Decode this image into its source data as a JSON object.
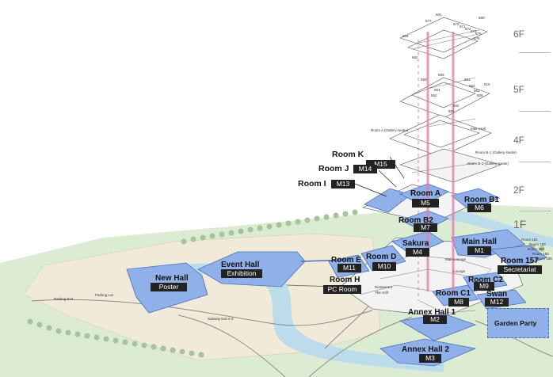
{
  "floors": {
    "f6": "6F",
    "f5": "5F",
    "f4": "4F",
    "f2": "2F",
    "f1": "1F"
  },
  "rooms": {
    "room_k": {
      "name": "Room K",
      "code": "M15"
    },
    "room_j": {
      "name": "Room J",
      "code": "M14"
    },
    "room_i": {
      "name": "Room I",
      "code": "M13"
    },
    "room_a": {
      "name": "Room A",
      "code": "M5"
    },
    "room_b1": {
      "name": "Room B1",
      "code": "M6"
    },
    "room_b2": {
      "name": "Room B2",
      "code": "M7"
    },
    "sakura": {
      "name": "Sakura",
      "code": "M4"
    },
    "main_hall": {
      "name": "Main Hall",
      "code": "M1"
    },
    "room_157": {
      "name": "Room 157",
      "code": "Secretariat"
    },
    "room_e": {
      "name": "Room E",
      "code": "M11"
    },
    "room_d": {
      "name": "Room D",
      "code": "M10"
    },
    "room_h": {
      "name": "Room H",
      "code": "PC Room"
    },
    "room_c2": {
      "name": "Room C2",
      "code": "M9"
    },
    "room_c1": {
      "name": "Room C1",
      "code": "M8"
    },
    "swan": {
      "name": "Swan",
      "code": "M12"
    },
    "annex_1": {
      "name": "Annex Hall 1",
      "code": "M2"
    },
    "annex_2": {
      "name": "Annex Hall 2",
      "code": "M3"
    },
    "event_hall": {
      "name": "Event Hall",
      "code": "Exhibition"
    },
    "new_hall": {
      "name": "New Hall",
      "code": "Poster"
    }
  },
  "garden_party": "Garden Party",
  "small_labels": {
    "parking_exit": "Parking Exit",
    "parking_lot": "Parking Lot",
    "subway_exit": "Subway Exit 4-2",
    "main_lounge": "Main Lounge",
    "lounge": "Lounge",
    "main_hall_4f": "Main Hall",
    "room_a_gallery": "Room A (Gallery-Seats)",
    "room_b1_gallery": "Room B-1 (Gallery-Seats)",
    "room_b2_gallery": "Room B-2 (Gallery-Seats)",
    "room_181": "Room 181",
    "room_183": "Room 183",
    "room_182": "Room 182",
    "room_184": "Room 184",
    "room_185": "Room 185",
    "grill": "The Grill",
    "restaurant": "Restaurant"
  },
  "room_numbers": {
    "r680": "680",
    "r681": "681",
    "r663": "663",
    "r662": "662",
    "r677": "677",
    "r671": "671",
    "r672": "672",
    "r673": "673",
    "r670": "670",
    "r675": "675",
    "r676": "676",
    "r559": "559",
    "r560": "560",
    "r561": "561",
    "r562": "562",
    "r563": "563",
    "r554": "554",
    "r552": "552",
    "r510": "510",
    "r509": "509",
    "r502": "502",
    "r501": "501"
  },
  "colors": {
    "room_blue": "#8fb0e8",
    "room_edge": "#4c70b8",
    "grass": "#d8ecd0",
    "river": "#bcdcec",
    "elevator": "#e57fb0",
    "tag_bg": "#222222"
  }
}
